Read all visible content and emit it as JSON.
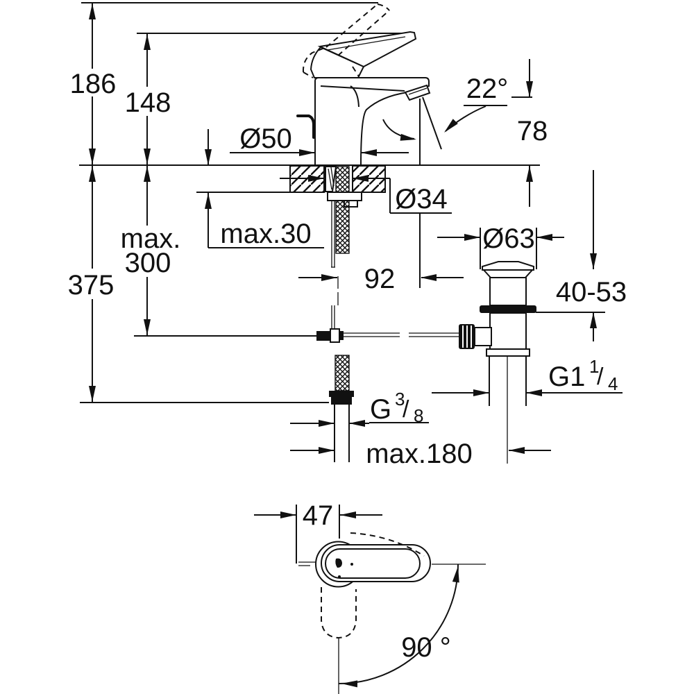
{
  "title": "Faucet installation dimensional drawing",
  "colors": {
    "ink": "#111111",
    "background": "#ffffff"
  },
  "dimensions": {
    "total_height": "186",
    "body_height": "148",
    "spout_angle": "22°",
    "outlet_height": "78",
    "base_diameter": "Ø50",
    "hole_diameter": "Ø34",
    "deck_thickness_max": "max.30",
    "hose_depth_line1": "max.",
    "hose_depth_line2": "300",
    "below_deck_depth": "375",
    "spout_reach": "92",
    "waste_flange_diameter": "Ø63",
    "clamping_range": "40-53",
    "rod_offset_max": "max.180",
    "handle_width": "47",
    "swivel_angle": "90 °",
    "drain_thread": {
      "main": "G1",
      "numerator": "1",
      "slash": "/",
      "denominator": "4"
    },
    "supply_thread": {
      "main": "G",
      "numerator": "3",
      "slash": "/",
      "denominator": "8"
    }
  }
}
